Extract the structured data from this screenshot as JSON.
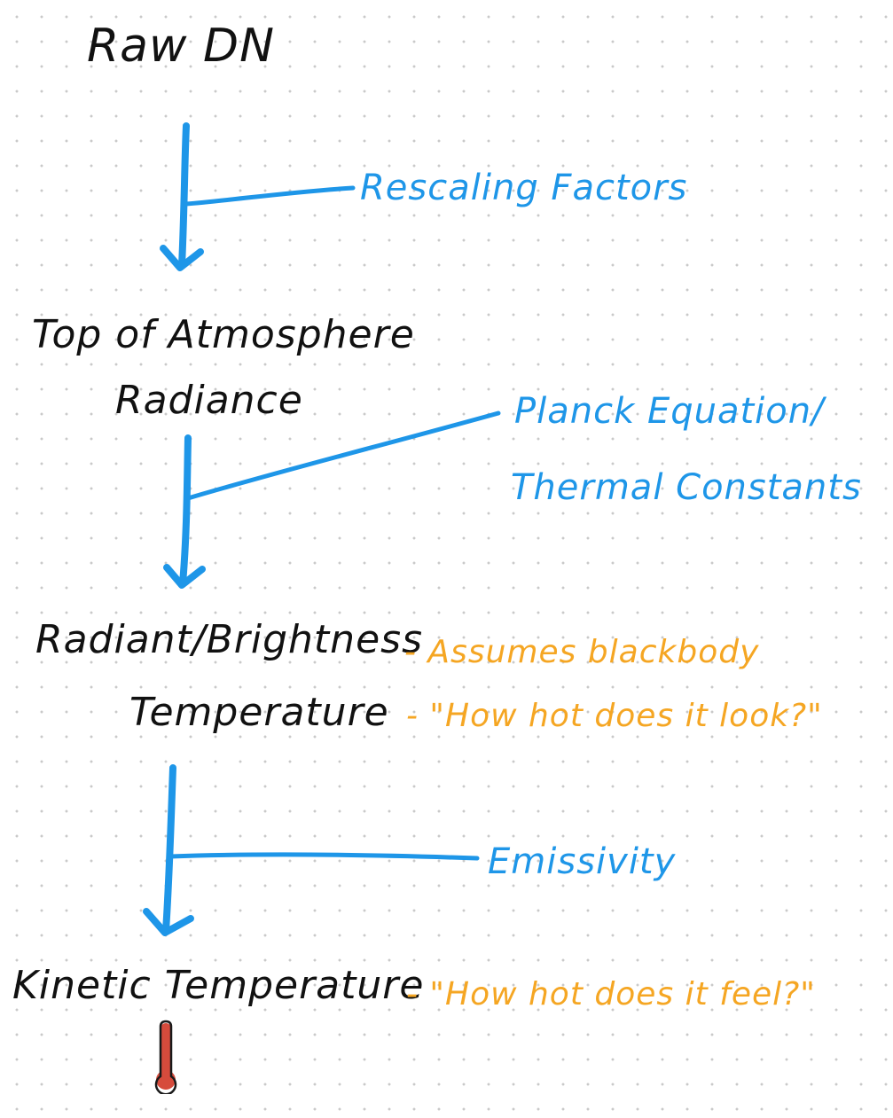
{
  "colors": {
    "ink": "#111111",
    "arrow": "#1e96e8",
    "process": "#1e96e8",
    "note": "#f5a623",
    "thermometer": "#d64b3c"
  },
  "nodes": {
    "raw_dn": "Raw DN",
    "toa_line1": "Top of Atmosphere",
    "toa_line2": "Radiance",
    "brightness_line1": "Radiant/Brightness",
    "brightness_line2": "Temperature",
    "kinetic": "Kinetic Temperature"
  },
  "processes": {
    "rescaling": "Rescaling Factors",
    "planck_line1": "Planck Equation/",
    "planck_line2": "Thermal Constants",
    "emissivity": "Emissivity"
  },
  "notes": {
    "blackbody": "- Assumes blackbody",
    "look": "- \"How hot does it look?\"",
    "feel": "- \"How hot does it feel?\""
  },
  "icons": {
    "thermometer": "thermometer-icon"
  }
}
